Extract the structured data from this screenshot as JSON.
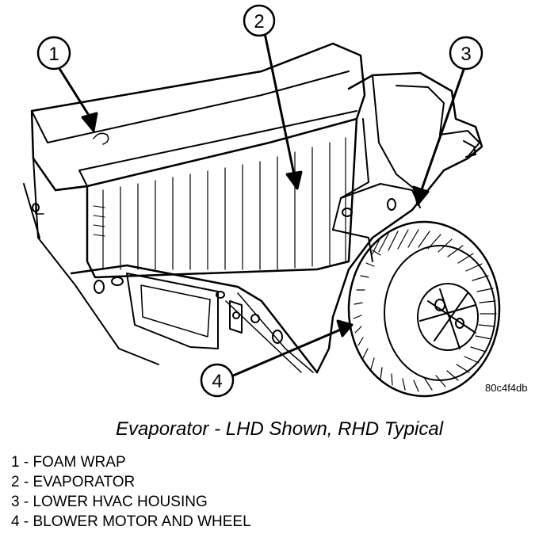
{
  "callouts": [
    {
      "number": "1"
    },
    {
      "number": "2"
    },
    {
      "number": "3"
    },
    {
      "number": "4"
    }
  ],
  "reference_code": "80c4f4db",
  "caption": "Evaporator - LHD Shown, RHD Typical",
  "legend": [
    "1 - FOAM WRAP",
    "2 - EVAPORATOR",
    "3 - LOWER HVAC HOUSING",
    "4 - BLOWER MOTOR AND WHEEL"
  ]
}
